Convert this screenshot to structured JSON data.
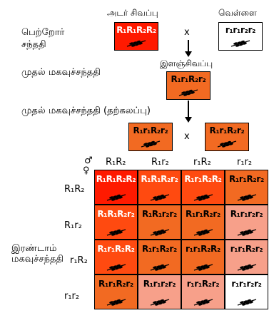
{
  "parents": {
    "red_label": "அடர் சிவப்பு",
    "white_label": "வெள்ளை",
    "row_label_line1": "பெற்றோர்",
    "row_label_line2": "சந்ததி",
    "red_genotype": "R₁R₁R₂R₂",
    "white_genotype": "r₁r₁r₂r₂",
    "cross_symbol": "x"
  },
  "f1": {
    "row_label": "முதல் மகவுச்சந்ததி",
    "color_label": "இளஞ்சிவப்பு",
    "genotype": "R₁r₁R₂r₂"
  },
  "f1_self": {
    "row_label": "முதல் மகவுச்சந்ததி (தற்கலப்பு)",
    "left_genotype": "R₁r₁R₂r₂",
    "right_genotype": "R₁r₁R₂r₂",
    "cross_symbol": "x"
  },
  "f2": {
    "row_label_line1": "இரண்டாம்",
    "row_label_line2": "மகவுச்சந்ததி",
    "male_symbol": "♂",
    "female_symbol": "♀",
    "column_headers": [
      "R₁R₂",
      "R₁r₂",
      "r₁R₂",
      "r₁r₂"
    ],
    "row_headers": [
      "R₁R₂",
      "R₁r₂",
      "r₁R₂",
      "r₁r₂"
    ],
    "grid": [
      [
        "R₁R₁R₂R₂",
        "R₁R₁R₂r₂",
        "R₁r₁R₂R₂",
        "R₁r₁R₂r₂"
      ],
      [
        "R₁R₁R₂r₂",
        "R₁R₁r₂r₂",
        "R₁r₁R₂r₂",
        "R₁r₁r₂r₂"
      ],
      [
        "R₁r₁R₂R₂",
        "R₁r₁R₂r₂",
        "r₁r₁R₂R₂",
        "r₁r₁R₂r₂"
      ],
      [
        "R₁r₁R₂r₂",
        "R₁r₁r₂r₂",
        "r₁r₁R₂r₂",
        "r₁r₁r₂r₂"
      ]
    ]
  },
  "colors": {
    "dominant_4": "#ff1a00",
    "dominant_3": "#ff4a10",
    "dominant_2": "#f26a22",
    "dominant_1": "#f7a08a",
    "dominant_0": "#ffffff",
    "border": "#000000"
  },
  "icons": {
    "grain": "wheat-grain-icon"
  }
}
